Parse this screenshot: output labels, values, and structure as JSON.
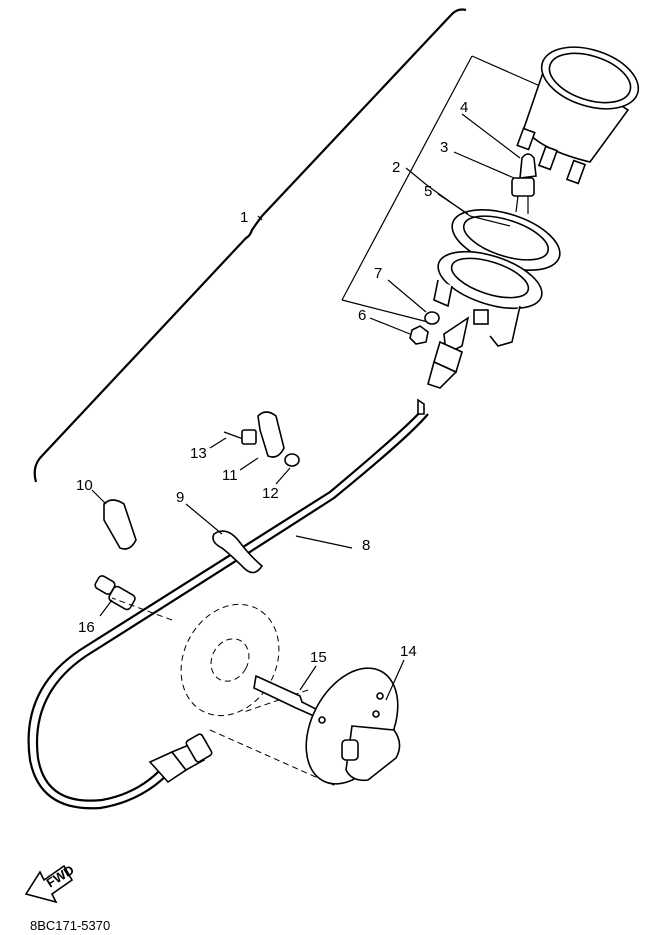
{
  "callouts": {
    "c1": "1",
    "c2": "2",
    "c3": "3",
    "c4": "4",
    "c5": "5",
    "c6": "6",
    "c7": "7",
    "c8": "8",
    "c9": "9",
    "c10": "10",
    "c11": "11",
    "c12": "12",
    "c13": "13",
    "c14": "14",
    "c15": "15",
    "c16": "16"
  },
  "fwd_label": "FWD",
  "diagram_code": "8BC171-5370"
}
